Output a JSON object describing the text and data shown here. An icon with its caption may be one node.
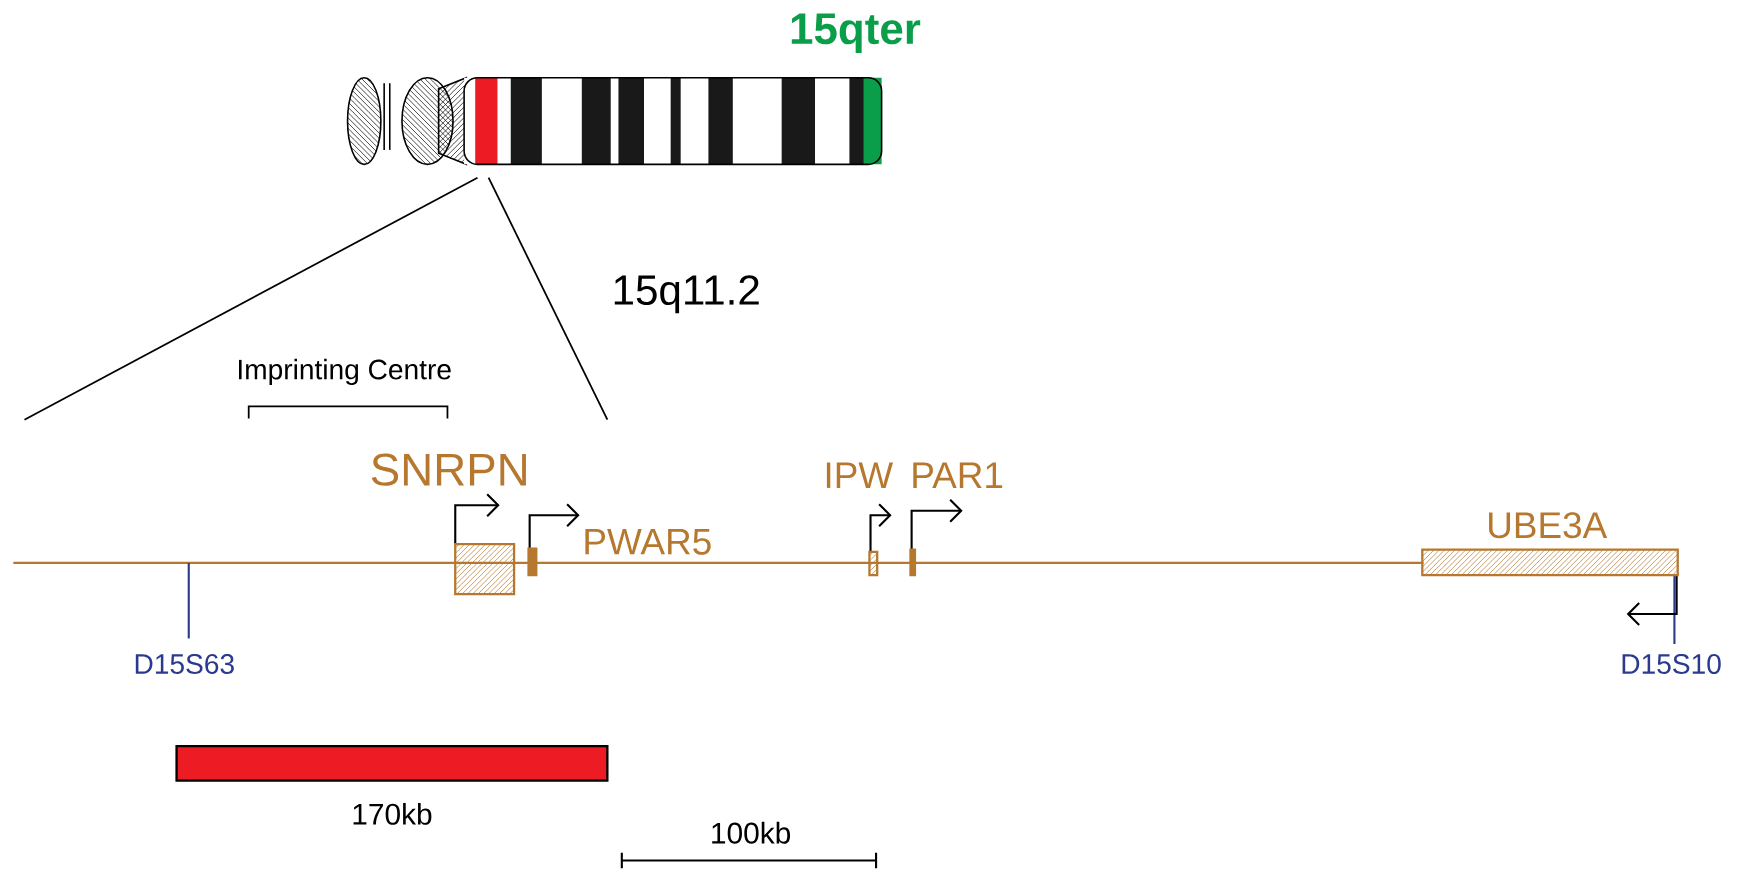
{
  "diagram": {
    "nodes": [
      {
        "text": [
          "SNRPN"
        ]
      },
      {
        "text": [
          "PWAR5"
        ]
      },
      {
        "text": [
          "IPW"
        ]
      },
      {
        "text": [
          "PAR1"
        ]
      },
      {
        "text": [
          "UBE3A"
        ]
      },
      {
        "text": [],
        "shape": "bar",
        "beside": [
          "170kb"
        ]
      }
    ],
    "labels": [
      "15qter",
      "15q11.2",
      "Imprinting Centre",
      "D15S63",
      "D15S10",
      "100kb"
    ]
  }
}
